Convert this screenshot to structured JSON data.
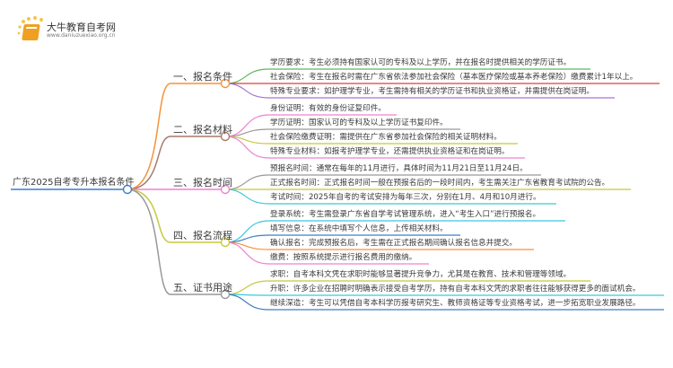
{
  "logo": {
    "title": "大牛教育自考网",
    "url": "www.daniuzuexiao.org.cn"
  },
  "root": {
    "label": "广东2025自考专升本报名条件",
    "color": "#3d7fc4"
  },
  "branches": [
    {
      "label": "一、报名条件",
      "color": "#f7923a",
      "leaves": [
        {
          "text": "学历要求：考生必须持有国家认可的专科及以上学历，并在报名时提供相关的学历证书。",
          "color": "#5cb85c"
        },
        {
          "text": "社会保险：考生在报名时需在广东省依法参加社会保险（基本医疗保险或基本养老保险）缴费累计1年以上。",
          "color": "#e03c3c"
        },
        {
          "text": "特殊专业要求：如护理学专业，考生需持有相关的学历证书和执业资格证，并需提供在岗证明。",
          "color": "#a074d6"
        }
      ]
    },
    {
      "label": "二、报名材料",
      "color": "#a87a6a",
      "leaves": [
        {
          "text": "身份证明：有效的身份证复印件。",
          "color": "#ee82d0"
        },
        {
          "text": "学历证明：国家认可的专科及以上学历证书复印件。",
          "color": "#999999"
        },
        {
          "text": "社会保险缴费证明：需提供在广东省参加社会保险的相关证明材料。",
          "color": "#c8c83c"
        },
        {
          "text": "特殊专业材料：如报考护理学专业，还需提供执业资格证和在岗证明。",
          "color": "#ee82d0"
        }
      ]
    },
    {
      "label": "三、报名时间",
      "color": "#ee82d0",
      "leaves": [
        {
          "text": "预报名时间：通常在每年的11月进行，具体时间为11月21日至11月24日。",
          "color": "#999999"
        },
        {
          "text": "正式报名时间：正式报名时间一般在预报名后的一段时间内，考生需关注广东省教育考试院的公告。",
          "color": "#c8c83c"
        },
        {
          "text": "考试时间：2025年自考的考试安排为每年三次，分别在1月、4月和10月进行。",
          "color": "#3cc8dc"
        }
      ]
    },
    {
      "label": "四、报名流程",
      "color": "#c8c83c",
      "leaves": [
        {
          "text": "登录系统：考生需登录广东省自学考试管理系统，进入“考生入口”进行预报名。",
          "color": "#3cc8dc"
        },
        {
          "text": "填写信息：在系统中填写个人信息，上传相关材料。",
          "color": "#3d7fc4"
        },
        {
          "text": "确认报名：完成预报名后，考生需在正式报名期间确认报名信息并提交。",
          "color": "#f7923a"
        },
        {
          "text": "缴费：按照系统提示进行报名费用的缴纳。",
          "color": "#ee82d0"
        }
      ]
    },
    {
      "label": "五、证书用途",
      "color": "#999999",
      "leaves": [
        {
          "text": "求职：自考本科文凭在求职时能够显著提升竞争力，尤其是在教育、技术和管理等领域。",
          "color": "#c8c83c"
        },
        {
          "text": "升职：许多企业在招聘时明确表示接受自考学历，持有自考本科文凭的求职者往往能够获得更多的面试机会。",
          "color": "#3cc8dc"
        },
        {
          "text": "继续深造：考生可以凭借自考本科学历报考研究生、教师资格证等专业资格考试，进一步拓宽职业发展路径。",
          "color": "#3d7fc4"
        }
      ]
    }
  ]
}
